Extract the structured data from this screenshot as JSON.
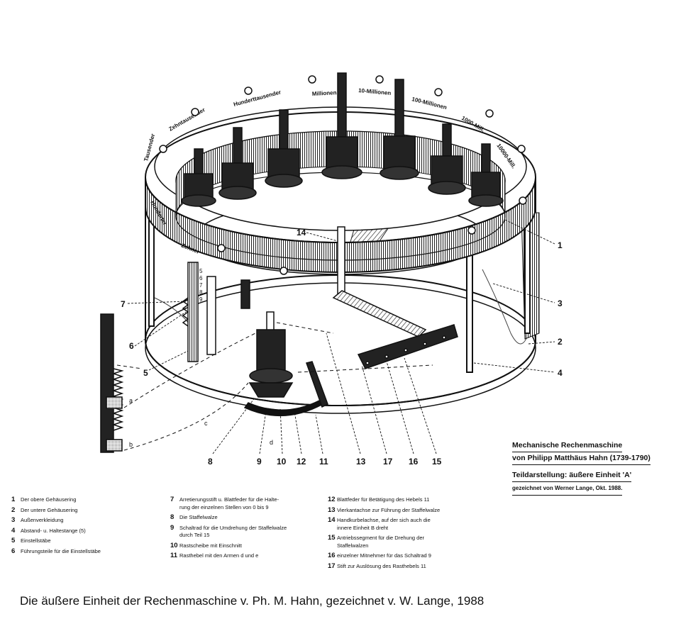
{
  "callouts": [
    "1",
    "2",
    "3",
    "4",
    "5",
    "6",
    "7",
    "8",
    "9",
    "10",
    "11",
    "12",
    "13",
    "14",
    "15",
    "16",
    "17"
  ],
  "ring_labels": [
    "Zehner",
    "Hunderter",
    "Tausender",
    "Zehntausender",
    "Hunderttausender",
    "Millionen",
    "10-Millionen",
    "100-Millionen",
    "1000-Mill.",
    "10000-Mill."
  ],
  "letters": {
    "a": "a",
    "b": "b",
    "c": "c",
    "d": "d"
  },
  "title": {
    "line1": "Mechanische Rechenmaschine",
    "line2": "von Philipp Matthäus Hahn (1739-1790)",
    "line3": "Teildarstellung: äußere Einheit 'A'",
    "line4": "gezeichnet von Werner Lange, Okt. 1988."
  },
  "legend": {
    "col1": [
      {
        "n": "1",
        "t": "Der obere Gehäusering"
      },
      {
        "n": "2",
        "t": "Der untere Gehäusering"
      },
      {
        "n": "3",
        "t": "Außenverkleidung"
      },
      {
        "n": "4",
        "t": "Abstand- u. Haltestange (5)"
      },
      {
        "n": "5",
        "t": "Einstellstäbe"
      },
      {
        "n": "6",
        "t": "Führungsteile für die Einstellstäbe"
      }
    ],
    "col2": [
      {
        "n": "7",
        "t": "Arretierungsstift u. Blattfeder für die Halte-\nrung der einzelnen Stellen von 0 bis 9"
      },
      {
        "n": "8",
        "t": "Die Staffelwalze"
      },
      {
        "n": "9",
        "t": "Schaltrad für die Umdrehung der Staffelwalze\ndurch Teil 15"
      },
      {
        "n": "10",
        "t": "Rastscheibe mit Einschnitt"
      },
      {
        "n": "11",
        "t": "Rasthebel mit den Armen d und e"
      }
    ],
    "col3": [
      {
        "n": "12",
        "t": "Blattfeder für Betätigung des Hebels 11"
      },
      {
        "n": "13",
        "t": "Vierkantachse zur Führung der Staffelwalze"
      },
      {
        "n": "14",
        "t": "Handkurbelachse, auf der sich auch die\ninnere Einheit B dreht"
      },
      {
        "n": "15",
        "t": "Antriebssegment für die Drehung der\nStaffelwalzen"
      },
      {
        "n": "16",
        "t": "einzelner Mitnehmer für das Schaltrad 9"
      },
      {
        "n": "17",
        "t": "Stift zur Auslösung des Rasthebels 11"
      }
    ]
  },
  "caption": "Die äußere Einheit der Rechenmaschine v. Ph. M. Hahn, gezeichnet v. W. Lange, 1988"
}
